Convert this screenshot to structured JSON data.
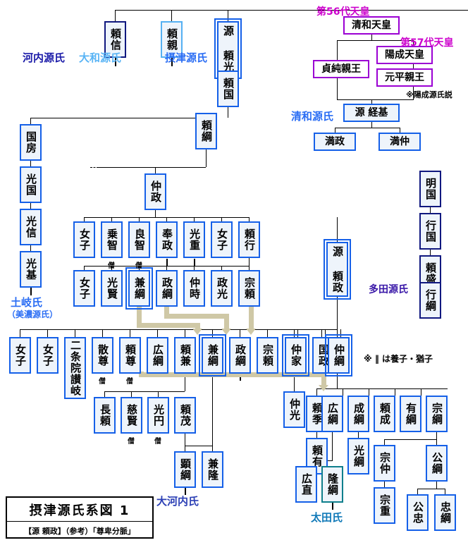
{
  "title": {
    "main": "摂津源氏系図 1",
    "sub": "【源 頼政】（参考）「尊卑分脈」"
  },
  "legend": {
    "adoption_note": "※ ‖ は養子・猶子",
    "yozei_note": "※陽成源氏説"
  },
  "clan_labels": {
    "kawachi": "河内源氏",
    "yamato": "大和源氏",
    "settsu": "摂津源氏",
    "seiwa": "清和源氏",
    "toki": "土岐氏",
    "toki_sub": "（美濃源氏）",
    "tada": "多田源氏",
    "okochi": "大河内氏",
    "ota": "太田氏"
  },
  "emperor_labels": {
    "e56": "第56代天皇",
    "e57": "第57代天皇"
  },
  "monk_mark": "僧",
  "people": {
    "yorinobu": "頼信",
    "yorichika": "頼親",
    "minamoto_yorimitsu": "源 頼光",
    "yorikuni": "頼国",
    "kunifusa": "国房",
    "mitsukuni": "光国",
    "mitsunobu": "光信",
    "mitsumoto": "光基",
    "yoritsuna": "頼綱",
    "nakamasa": "仲政",
    "seiwa_tenno": "清和天皇",
    "yozei_tenno": "陽成天皇",
    "sadazumi_shinno": "貞純親王",
    "motohira_shinno": "元平親王",
    "minamoto_tsunemoto": "源 経基",
    "mitsumasa": "満政",
    "mitsunaka": "満仲",
    "akikuni": "明国",
    "yukikuni": "行国",
    "yorimori": "頼盛",
    "yukitsuna": "行綱",
    "joshi_a": "女子",
    "jochi": "乗智",
    "ryochi": "良智",
    "tomomasa": "奉政",
    "mitsushige": "光重",
    "joshi_b": "女子",
    "yoriyuki": "頼行",
    "minamoto_yorimasa": "源 頼政",
    "joshi_c": "女子",
    "mitsukata": "光賢",
    "kanetsuna_top": "兼綱",
    "masatsuna_top": "政綱",
    "nakatoki": "仲時",
    "masamitsu": "政光",
    "muneyori_top": "宗頼",
    "joshi_d": "女子",
    "joshi_e": "女子",
    "nijoin_sanuki": "二条院讃岐",
    "sanson": "散尊",
    "raison": "頼尊",
    "hirotsuna_mid": "広綱",
    "yorikane": "頼兼",
    "kanetsuna": "兼綱",
    "masatsuna": "政綱",
    "muneyori": "宗頼",
    "nakaie": "仲家",
    "kunimasa": "国政",
    "nakatsuna": "仲綱",
    "nagayori": "長頼",
    "jiken": "慈賢",
    "koen": "光円",
    "yorishige": "頼茂",
    "akitsuna": "顕綱",
    "kanetaka": "兼隆",
    "nakamitsu": "仲光",
    "yorisue": "頼季",
    "yoriari": "頼有",
    "hirotsuna": "広綱",
    "naritsuna": "成綱",
    "mitsutsuna": "光綱",
    "yorinari": "頼成",
    "aritsuna": "有綱",
    "munetsuna": "宗綱",
    "munenaka": "宗仲",
    "muneshige": "宗重",
    "kintsuna": "公綱",
    "kintada": "公忠",
    "tadatsuna": "忠綱",
    "hironao": "広直",
    "takatsuna": "隆綱"
  },
  "colors": {
    "box_border": "#1560e8",
    "box_fill": "#eef4fb",
    "navy_border": "#10187f",
    "lightblue_border": "#55b0f2",
    "purple_border": "#9b00d3",
    "teal_border": "#0f7f8c",
    "adoption_line": "#cfc8a6",
    "emperor_label": "#cc00cc",
    "clan_label": "#2a6df4"
  }
}
